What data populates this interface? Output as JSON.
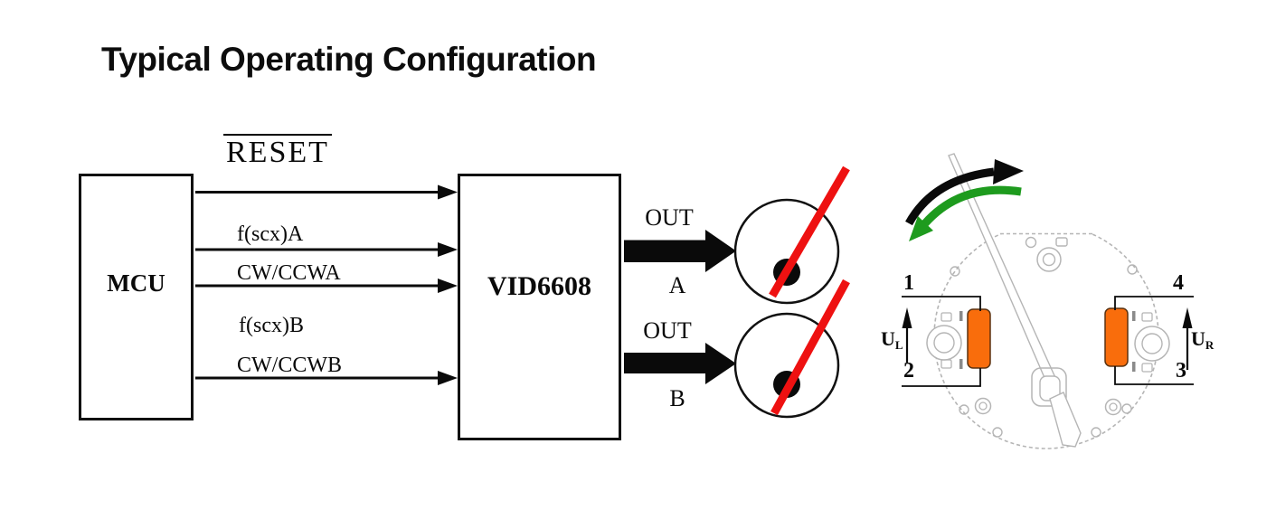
{
  "title": "Typical Operating Configuration",
  "mcu": {
    "label": "MCU"
  },
  "driver": {
    "label": "VID6608"
  },
  "signals": [
    {
      "label": "RESET",
      "overline": true
    },
    {
      "label": "f(scx)A",
      "overline": false
    },
    {
      "label": "CW/CCWA",
      "overline": false
    },
    {
      "label": "f(scx)B",
      "overline": false
    },
    {
      "label": "CW/CCWB",
      "overline": false
    }
  ],
  "outputs": [
    {
      "label": "OUT",
      "channel": "A"
    },
    {
      "label": "OUT",
      "channel": "B"
    }
  ],
  "motor": {
    "pins": {
      "pin1": "1",
      "pin2": "2",
      "pin3": "3",
      "pin4": "4"
    },
    "voltages": {
      "left_main": "U",
      "left_sub": "L",
      "right_main": "U",
      "right_sub": "R"
    }
  },
  "colors": {
    "needle_red": "#ee1111",
    "coil_orange": "#f96d0c",
    "rotation_cw_black": "#0a0a0a",
    "rotation_ccw_green": "#1e9b1e",
    "motor_outline_gray": "#b5b5b5"
  }
}
